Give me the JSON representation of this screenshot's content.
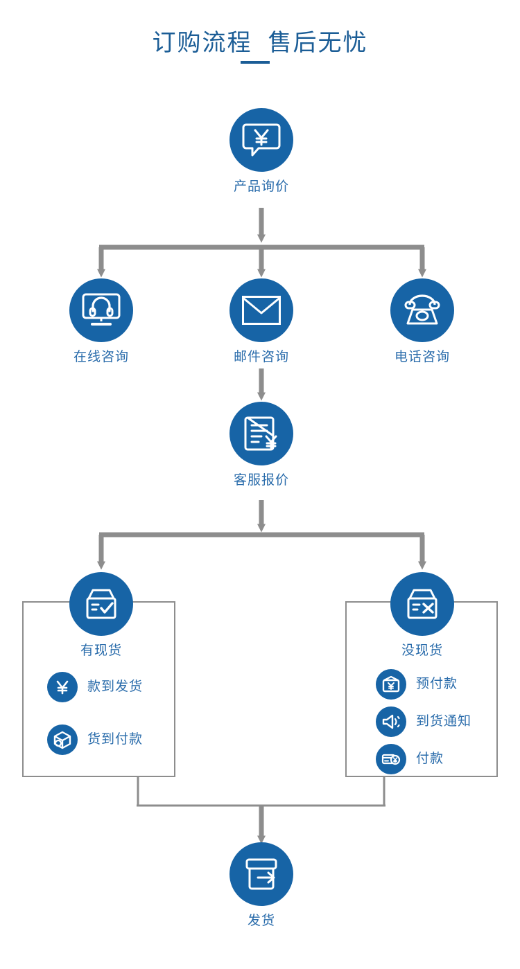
{
  "title": {
    "line": "订购流程  售后无忧"
  },
  "colors": {
    "brand_blue": "#1764a6",
    "label_blue": "#2a6cab",
    "title_blue": "#1b5d96",
    "connector_gray": "#8d8d8d",
    "background": "#ffffff"
  },
  "nodes": {
    "inquiry": {
      "label": "产品询价",
      "icon": "speech-bubble-yen-icon"
    },
    "online": {
      "label": "在线咨询",
      "icon": "monitor-headset-icon"
    },
    "email": {
      "label": "邮件咨询",
      "icon": "envelope-icon"
    },
    "phone": {
      "label": "电话咨询",
      "icon": "telephone-icon"
    },
    "quote": {
      "label": "客服报价",
      "icon": "invoice-yen-icon"
    },
    "in_stock": {
      "label": "有现货",
      "icon": "box-check-icon"
    },
    "no_stock": {
      "label": "没现货",
      "icon": "box-x-icon"
    },
    "shipment": {
      "label": "发货",
      "icon": "box-arrow-out-icon"
    }
  },
  "in_stock_options": [
    {
      "label": "款到发货",
      "icon": "yen-icon"
    },
    {
      "label": "货到付款",
      "icon": "parcel-3d-icon"
    }
  ],
  "no_stock_options": [
    {
      "label": "预付款",
      "icon": "wallet-yen-icon"
    },
    {
      "label": "到货通知",
      "icon": "megaphone-icon"
    },
    {
      "label": "付款",
      "icon": "card-yen-icon"
    }
  ]
}
